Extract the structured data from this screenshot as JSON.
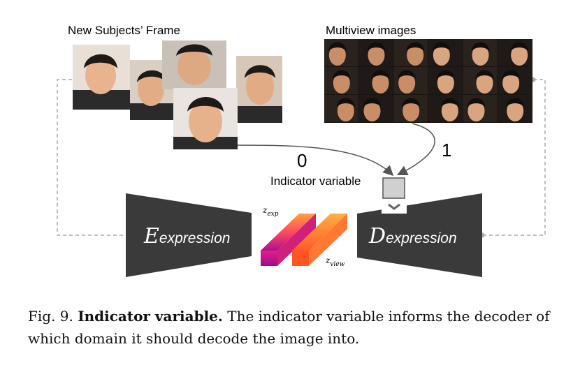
{
  "labels": {
    "new_subjects": "New Subjects’ Frame",
    "multiview": "Multiview images",
    "indicator": "Indicator variable",
    "zero": "0",
    "one": "1",
    "encoder_main": "E",
    "encoder_sub": "expression",
    "decoder_main": "D",
    "decoder_sub": "expression",
    "z_exp_main": "z",
    "z_exp_sub": "exp",
    "z_view_main": "z",
    "z_view_sub": "view"
  },
  "caption": {
    "fig": "Fig. 9.",
    "title": "Indicator variable.",
    "text": "The indicator variable informs the decoder of which domain it should decode the image into."
  },
  "colors": {
    "block": "#3a3a3a",
    "z_exp_top": "#ff7a2a",
    "z_exp_bottom": "#c01aa8",
    "z_view": "#ff6a2a",
    "indicator_box": "#d0d0d0",
    "dashed": "#aaaaaa"
  }
}
